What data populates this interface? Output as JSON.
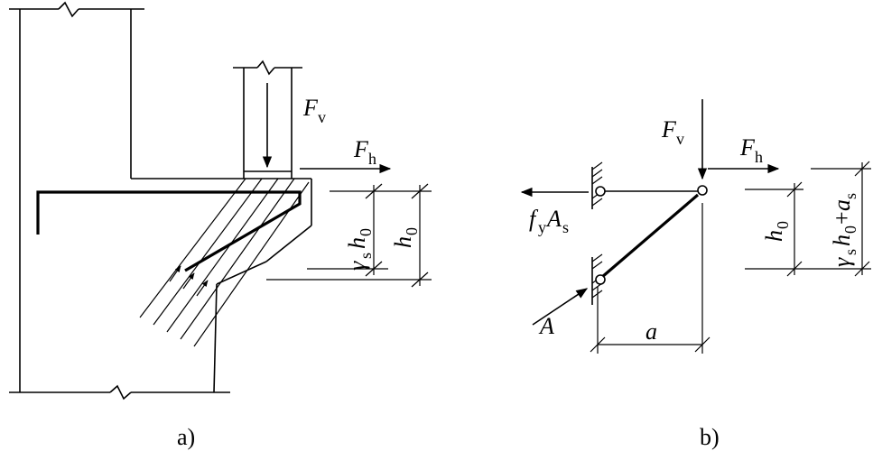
{
  "figure_a": {
    "caption": "a)",
    "labels": {
      "fv_main": "F",
      "fv_sub": "v",
      "fh_main": "F",
      "fh_sub": "h",
      "gamma": "γ",
      "gamma_sub": "s",
      "h0_after_gamma": "h",
      "zero_sub": "0",
      "h0_main": "h",
      "h0_sub": "0"
    }
  },
  "figure_b": {
    "caption": "b)",
    "labels": {
      "fv_main": "F",
      "fv_sub": "v",
      "fh_main": "F",
      "fh_sub": "h",
      "fy_main": "f",
      "fy_sub": "y",
      "as_main": "A",
      "as_sub": "s",
      "a_force": "A",
      "a_dim": "a",
      "h0_main": "h",
      "h0_sub": "0",
      "g_main": "γ",
      "g_sub": "s",
      "g_h": "h",
      "g_zero": "0",
      "g_plus": "+",
      "g_a": "a",
      "g_asub": "s"
    }
  }
}
